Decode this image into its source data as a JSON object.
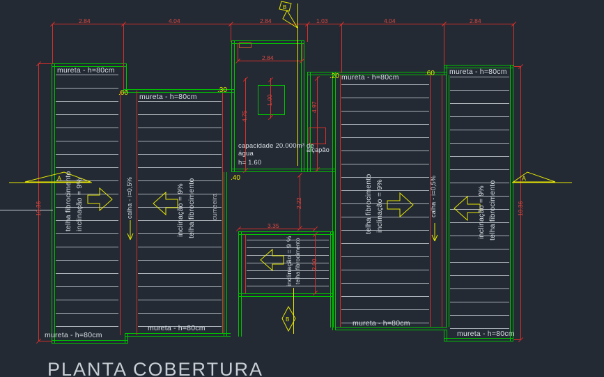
{
  "title": "PLANTA COBERTURA",
  "colors": {
    "background": "#232a34",
    "outline_green": "#00c400",
    "dimension_red": "#d8302a",
    "annotation_yellow": "#e8e800",
    "text_white": "#d9dee3"
  },
  "labels": {
    "mureta": "mureta - h=80cm",
    "telha": "telha fibrocimento",
    "inclinacao": "inclinação = 9%",
    "inclinacao_lower": "inclinação = 9 %",
    "calha": "calha - i=0,5%",
    "cumeeira": "cumeeira",
    "capacidade_line1": "capacidade 20.000m³ de",
    "capacidade_line2": "água",
    "altura": "h= 1.60",
    "alcapao": "alçapão"
  },
  "markers": {
    "section_a": "A",
    "section_b": "B"
  },
  "dimensions": {
    "top": [
      "2.84",
      "4.04",
      "2.84",
      "1.03",
      "4.04",
      "2.84"
    ],
    "left_height": "10.36",
    "right_height": "10.36",
    "tank_width": "2.84",
    "tank_side": "4.75",
    "tank_opening": "1.00",
    "corridor": "4.97",
    "mid_width": "3.35",
    "mid_gap": "2.22",
    "lower_height": "2.00",
    "offsets": {
      "left_step": ".60",
      "ridge": ".30",
      "tank_gap": ".40",
      "corridor_gap": ".20",
      "right_step": ".60"
    }
  }
}
